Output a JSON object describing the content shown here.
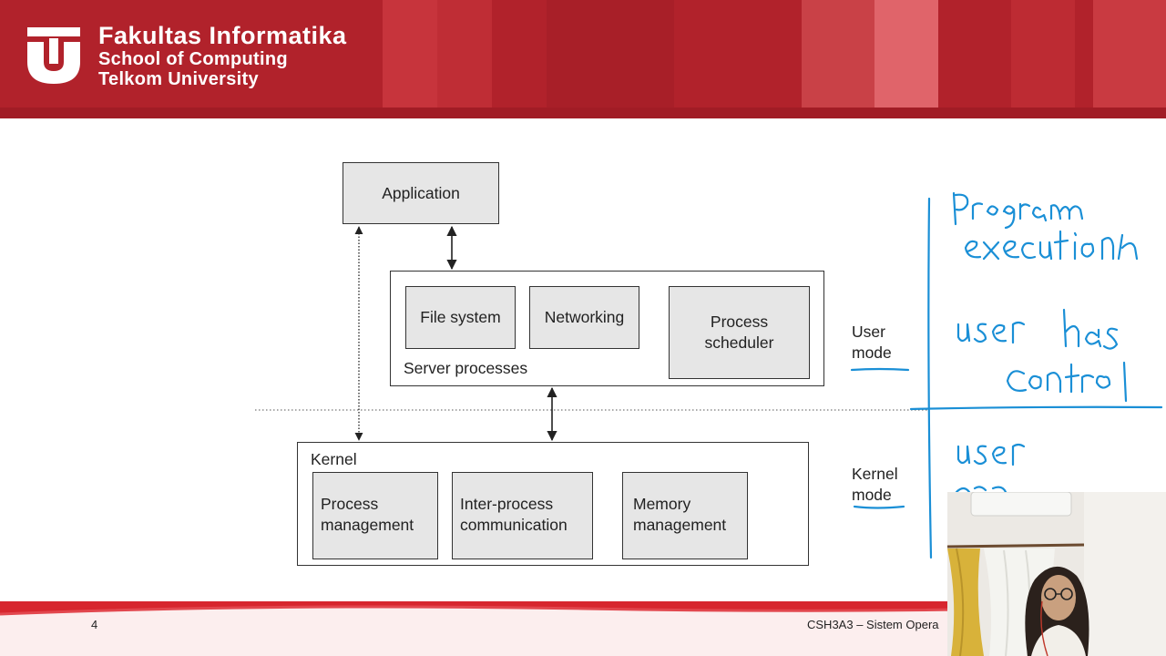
{
  "header": {
    "title": "Fakultas Informatika",
    "subtitle": "School of Computing",
    "university": "Telkom University"
  },
  "diagram": {
    "application": "Application",
    "server": {
      "label": "Server processes",
      "file_system": "File system",
      "networking": "Networking",
      "process_scheduler_1": "Process",
      "process_scheduler_2": "scheduler"
    },
    "kernel": {
      "label": "Kernel",
      "process_management_1": "Process",
      "process_management_2": "management",
      "ipc_1": "Inter-process",
      "ipc_2": "communication",
      "memory_management_1": "Memory",
      "memory_management_2": "management"
    },
    "user_mode_1": "User",
    "user_mode_2": "mode",
    "kernel_mode_1": "Kernel",
    "kernel_mode_2": "mode"
  },
  "footer": {
    "page_number": "4",
    "course": "CSH3A3 – Sistem Opera"
  },
  "colors": {
    "banner_red": "#b1222b",
    "footer_red": "#d7262e",
    "annotation_blue": "#1a8fd6"
  }
}
